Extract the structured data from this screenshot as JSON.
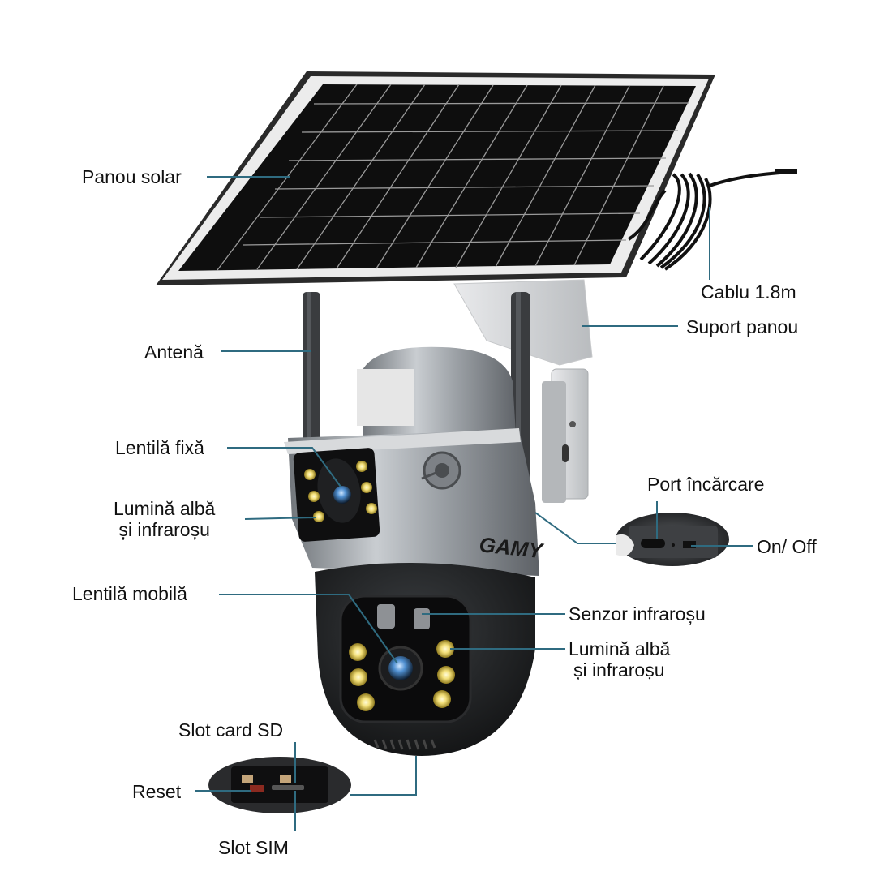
{
  "diagram": {
    "subject": "Solar security camera",
    "brand": "GAMY",
    "line_color": "#2f6b80",
    "labels": {
      "solar_panel": "Panou solar",
      "cable": "Cablu 1.8m",
      "panel_mount": "Suport panou",
      "antenna": "Antenă",
      "fixed_lens": "Lentilă fixă",
      "fixed_light_line1": "Lumină albă",
      "fixed_light_line2": "și infraroșu",
      "charging_port": "Port încărcare",
      "on_off": "On/ Off",
      "moving_lens": "Lentilă mobilă",
      "ir_sensor": "Senzor infraroșu",
      "ptz_light_line1": "Lumină albă",
      "ptz_light_line2": "și infraroșu",
      "sd_slot": "Slot card SD",
      "reset": "Reset",
      "sim_slot": "Slot SIM"
    }
  }
}
